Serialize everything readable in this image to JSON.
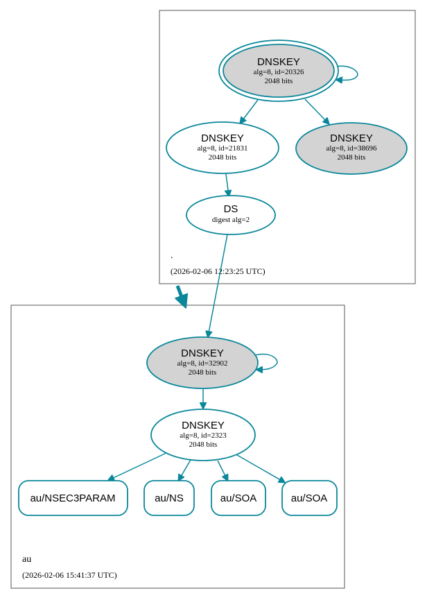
{
  "colors": {
    "edge": "#0a879a",
    "ksk_fill": "#d3d3d3",
    "zsk_fill": "#ffffff",
    "border": "#555555"
  },
  "zones": {
    "root": {
      "name": ".",
      "timestamp": "(2026-02-06 12:23:25 UTC)"
    },
    "au": {
      "name": "au",
      "timestamp": "(2026-02-06 15:41:37 UTC)"
    }
  },
  "nodes": {
    "root_ksk": {
      "title": "DNSKEY",
      "line1": "alg=8, id=20326",
      "line2": "2048 bits"
    },
    "root_zsk": {
      "title": "DNSKEY",
      "line1": "alg=8, id=21831",
      "line2": "2048 bits"
    },
    "root_key3": {
      "title": "DNSKEY",
      "line1": "alg=8, id=38696",
      "line2": "2048 bits"
    },
    "root_ds": {
      "title": "DS",
      "line1": "digest alg=2"
    },
    "au_ksk": {
      "title": "DNSKEY",
      "line1": "alg=8, id=32902",
      "line2": "2048 bits"
    },
    "au_zsk": {
      "title": "DNSKEY",
      "line1": "alg=8, id=2323",
      "line2": "2048 bits"
    }
  },
  "rrsets": [
    {
      "label": "au/NSEC3PARAM"
    },
    {
      "label": "au/NS"
    },
    {
      "label": "au/SOA"
    },
    {
      "label": "au/SOA"
    }
  ]
}
